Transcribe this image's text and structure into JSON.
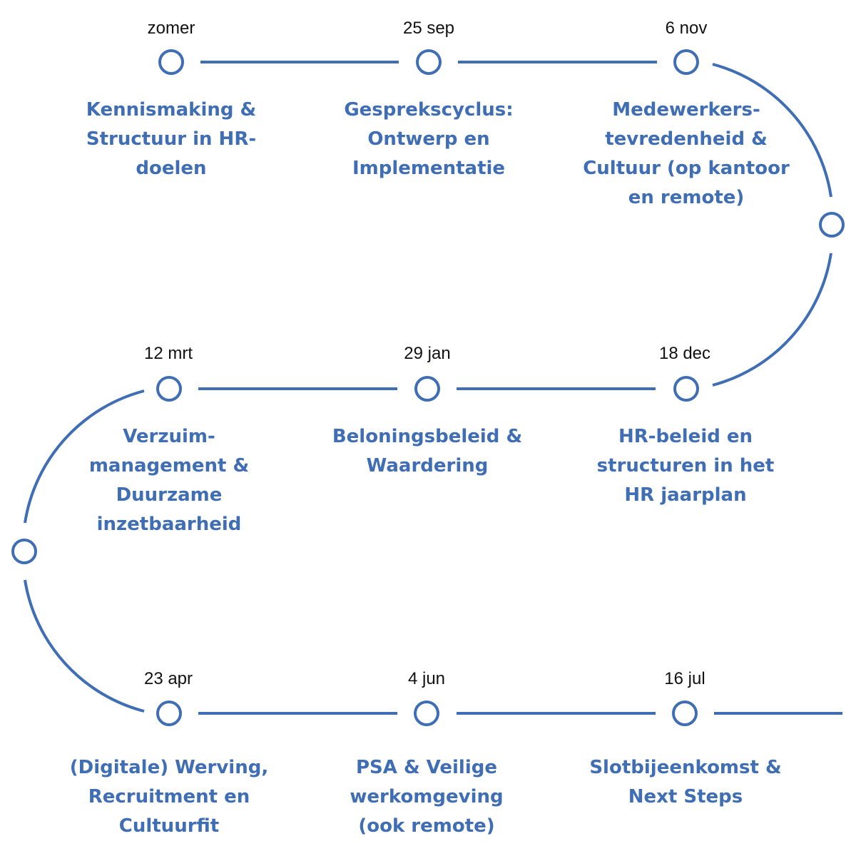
{
  "colors": {
    "accent": "#3f6eb5",
    "date_text": "#111111",
    "background": "#ffffff"
  },
  "milestones": [
    {
      "date": "zomer",
      "title": "Kennismaking &\nStructuur in HR-\ndoelen"
    },
    {
      "date": "25 sep",
      "title": "Gesprekscyclus:\nOntwerp en\nImplementatie"
    },
    {
      "date": "6 nov",
      "title": "Medewerkers-\ntevredenheid &\nCultuur (op kantoor\nen remote)"
    },
    {
      "date": "18 dec",
      "title": "HR-beleid en\nstructuren in het\nHR jaarplan"
    },
    {
      "date": "29 jan",
      "title": "Beloningsbeleid &\nWaardering"
    },
    {
      "date": "12 mrt",
      "title": "Verzuim-\nmanagement &\nDuurzame\ninzetbaarheid"
    },
    {
      "date": "23 apr",
      "title": "(Digitale) Werving,\nRecruitment en\nCultuurfit"
    },
    {
      "date": "4 jun",
      "title": "PSA & Veilige\nwerkomgeving\n(ook remote)"
    },
    {
      "date": "16 jul",
      "title": "Slotbijeenkomst &\nNext Steps"
    }
  ]
}
